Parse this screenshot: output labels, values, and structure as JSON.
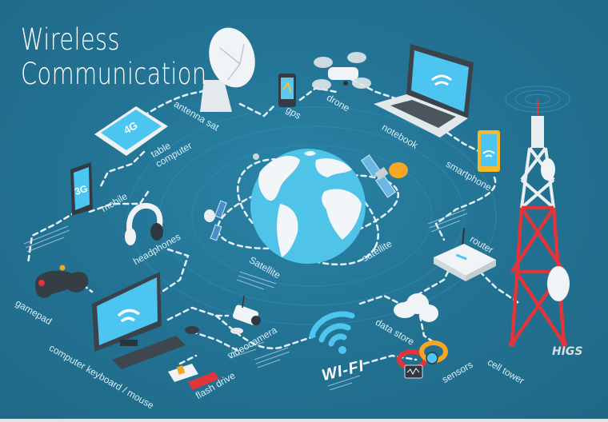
{
  "title": {
    "line1": "Wireless",
    "line2": "Communication"
  },
  "watermark": "HIGS",
  "center": {
    "label": "WI-FI",
    "globe_label_left": "Satellite",
    "globe_label_right": "satellite"
  },
  "devices": [
    {
      "id": "antenna-sat",
      "label": "antenna sat",
      "icon": "satellite-dish-icon"
    },
    {
      "id": "gps",
      "label": "gps",
      "icon": "gps-device-icon"
    },
    {
      "id": "drone",
      "label": "drone",
      "icon": "drone-icon"
    },
    {
      "id": "notebook",
      "label": "notebook",
      "icon": "laptop-icon"
    },
    {
      "id": "smartphone",
      "label": "smartphone",
      "icon": "smartphone-icon"
    },
    {
      "id": "table-computer",
      "label": "table computer",
      "label_line1": "table",
      "label_line2": "computer",
      "icon": "tablet-icon",
      "screen_text": "4G"
    },
    {
      "id": "mobile",
      "label": "mobile",
      "icon": "mobile-phone-icon",
      "screen_text": "3G"
    },
    {
      "id": "headphones",
      "label": "headphones",
      "icon": "headphones-icon"
    },
    {
      "id": "gamepad",
      "label": "gamepad",
      "icon": "gamepad-icon"
    },
    {
      "id": "computer",
      "label": "computer keyboard / mouse",
      "icon": "desktop-computer-icon"
    },
    {
      "id": "videocamera",
      "label": "videocamera",
      "icon": "security-camera-icon"
    },
    {
      "id": "flash-drive",
      "label": "flash drive",
      "icon": "flash-drive-icon"
    },
    {
      "id": "data-store",
      "label": "data store",
      "icon": "cloud-icon"
    },
    {
      "id": "sensors",
      "label": "sensors",
      "icon": "fitness-band-icon"
    },
    {
      "id": "router",
      "label": "router",
      "icon": "router-icon"
    },
    {
      "id": "cell-tower",
      "label": "cell tower",
      "icon": "cell-tower-icon"
    }
  ],
  "colors": {
    "background": "#237394",
    "globe_ocean": "#4fc3e8",
    "globe_land": "#f2f6f8",
    "screen": "#4cc6f0",
    "tower_red": "#e0353b",
    "tower_white": "#e8eef1",
    "satellite_dish": "#f5a623",
    "dashed_line": "#e6f3f8"
  }
}
